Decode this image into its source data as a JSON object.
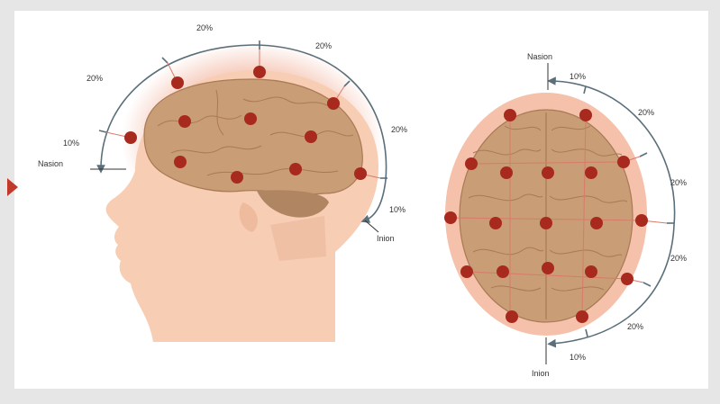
{
  "side_view": {
    "labels": {
      "nasion": "Nasion",
      "inion": "Inion",
      "p10_front": "10%",
      "p20_a": "20%",
      "p20_top": "20%",
      "p20_b": "20%",
      "p20_c": "20%",
      "p10_back": "10%"
    }
  },
  "top_view": {
    "labels": {
      "nasion": "Nasion",
      "inion": "Inion",
      "p10_front": "10%",
      "p20_a": "20%",
      "p20_b": "20%",
      "p20_c": "20%",
      "p20_d": "20%",
      "p10_back": "10%"
    }
  },
  "colors": {
    "background": "#e6e6e6",
    "panel": "#ffffff",
    "skin": "#f7cdb4",
    "scalp_glow": "#f3b7a2",
    "brain": "#c99d76",
    "brain_fold": "#a97a55",
    "cerebellum": "#b08562",
    "electrode": "#a8291d",
    "electrode_link": "#d97a6a",
    "arc": "#5a6f7a",
    "pointer": "#c0392b"
  }
}
